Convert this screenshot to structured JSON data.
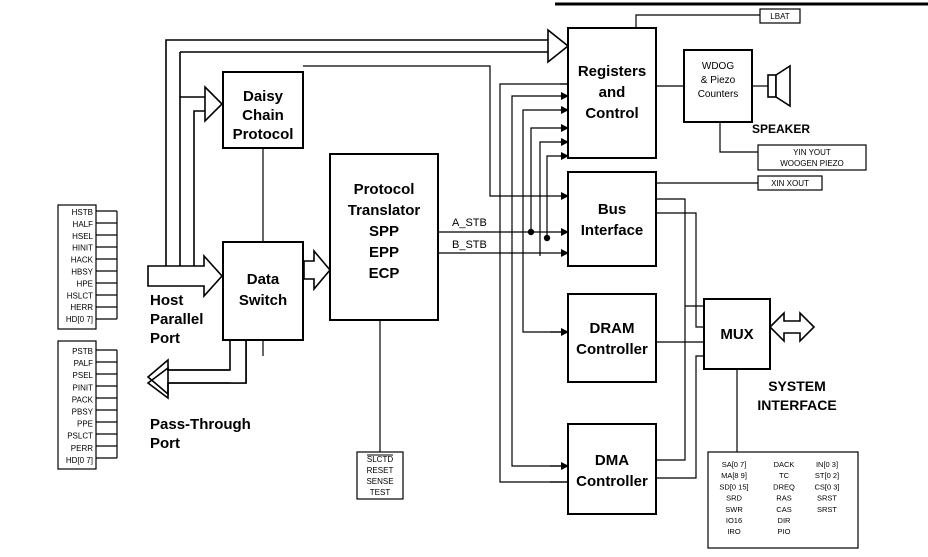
{
  "blocks": {
    "daisy_chain": [
      "Daisy",
      "Chain",
      "Protocol"
    ],
    "data_switch": [
      "Data",
      "Switch"
    ],
    "protocol_translator": [
      "Protocol",
      "Translator",
      "SPP",
      "EPP",
      "ECP"
    ],
    "registers": [
      "Registers",
      "and",
      "Control"
    ],
    "bus_interface": [
      "Bus",
      "Interface"
    ],
    "dram": [
      "DRAM",
      "Controller"
    ],
    "dma": [
      "DMA",
      "Controller"
    ],
    "mux": "MUX",
    "wdog": [
      "WDOG",
      "& Piezo",
      "Counters"
    ]
  },
  "labels": {
    "host_port": [
      "Host",
      "Parallel",
      "Port"
    ],
    "pass_through": [
      "Pass-Through",
      "Port"
    ],
    "speaker": "SPEAKER",
    "system_interface": [
      "SYSTEM",
      "INTERFACE"
    ],
    "a_stb": "A_STB",
    "b_stb": "B_STB",
    "lbat": "LBAT",
    "yin_yout": "YIN YOUT",
    "woogen_piezo": "WOOGEN PIEZO",
    "xin_xout": "XIN XOUT"
  },
  "host_pins": [
    "HSTB",
    "HALF",
    "HSEL",
    "HINIT",
    "HACK",
    "HBSY",
    "HPE",
    "HSLCT",
    "HERR",
    "HD[0 7]"
  ],
  "pass_pins": [
    "PSTB",
    "PALF",
    "PSEL",
    "PINIT",
    "PACK",
    "PBSY",
    "PPE",
    "PSLCT",
    "PERR",
    "HD[0 7]"
  ],
  "test_pins": [
    "SLCTD",
    "RESET",
    "SENSE",
    "TEST"
  ],
  "system_pins": {
    "col1": [
      "SA[0 7]",
      "MA[8 9]",
      "SD[0 15]",
      "SRD",
      "SWR",
      "IO16",
      "IRO"
    ],
    "col2": [
      "DACK",
      "TC",
      "DREQ",
      "RAS",
      "CAS",
      "DIR",
      "PIO"
    ],
    "col3": [
      "IN[0 3]",
      "ST[0 2]",
      "CS[0 3]",
      "SRST",
      "SRST"
    ]
  }
}
